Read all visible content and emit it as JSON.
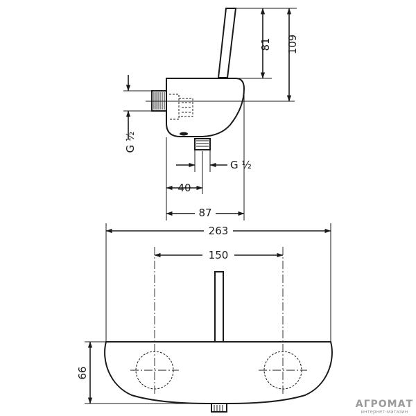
{
  "dimensions": {
    "top_height_81": "81",
    "top_height_109": "109",
    "left_thread": "G ½",
    "bottom_thread": "G ½",
    "offset_40": "40",
    "depth_87": "87",
    "overall_width_263": "263",
    "center_distance_150": "150",
    "front_height_66": "66"
  },
  "watermark": {
    "brand": "АГРОМАТ",
    "tagline": "интернет-магазин"
  },
  "colors": {
    "line": "#1a1a1a",
    "background": "#ffffff",
    "watermark": "#9a9a9a"
  }
}
